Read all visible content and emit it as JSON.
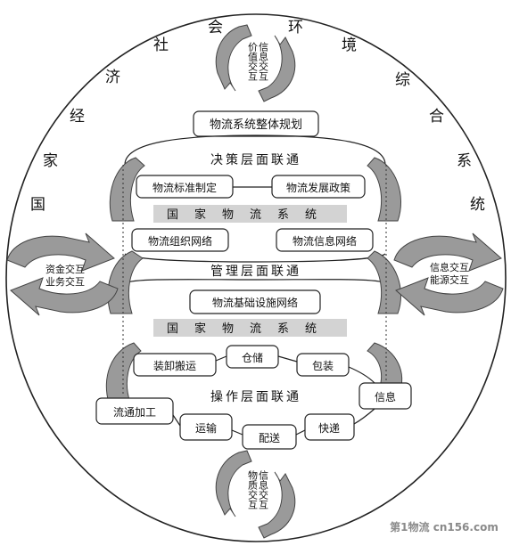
{
  "ring_chars": [
    "国",
    "家",
    "经",
    "济",
    "社",
    "会",
    "环",
    "境",
    "综",
    "合",
    "系",
    "统"
  ],
  "top_planning": "物流系统整体规划",
  "decision_layer": {
    "title": "决策层面联通",
    "left_box": "物流标准制定",
    "right_box": "物流发展政策",
    "band": "国家物流系统"
  },
  "management_layer": {
    "title": "管理层面联通",
    "left_box": "物流组织网络",
    "right_box": "物流信息网络",
    "infra_box": "物流基础设施网络",
    "band": "国家物流系统"
  },
  "operation_layer": {
    "title": "操作层面联通",
    "nodes": [
      "装卸搬运",
      "仓储",
      "包装",
      "信息",
      "快递",
      "配送",
      "运输",
      "流通加工"
    ]
  },
  "top_exchange": [
    "价值交互",
    "信息交互"
  ],
  "bottom_exchange": [
    "物质交互",
    "信息交互"
  ],
  "left_exchange": [
    "资金交互",
    "业务交互"
  ],
  "right_exchange": [
    "信息交互",
    "能源交互"
  ],
  "watermark": "第1物流 cn156.com"
}
